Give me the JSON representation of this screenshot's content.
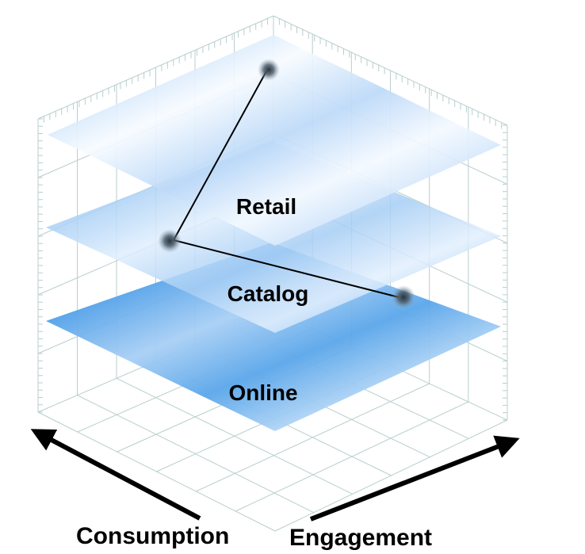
{
  "diagram": {
    "planes": [
      {
        "id": "retail",
        "label": "Retail"
      },
      {
        "id": "catalog",
        "label": "Catalog"
      },
      {
        "id": "online",
        "label": "Online"
      }
    ],
    "axes": {
      "left": "Consumption",
      "right": "Engagement"
    },
    "colors": {
      "plane_dark": "#5aa6ea",
      "plane_light": "#eef6ff",
      "grid": "#b9cece",
      "arrow": "#000000",
      "node": "#2e3a44"
    }
  }
}
